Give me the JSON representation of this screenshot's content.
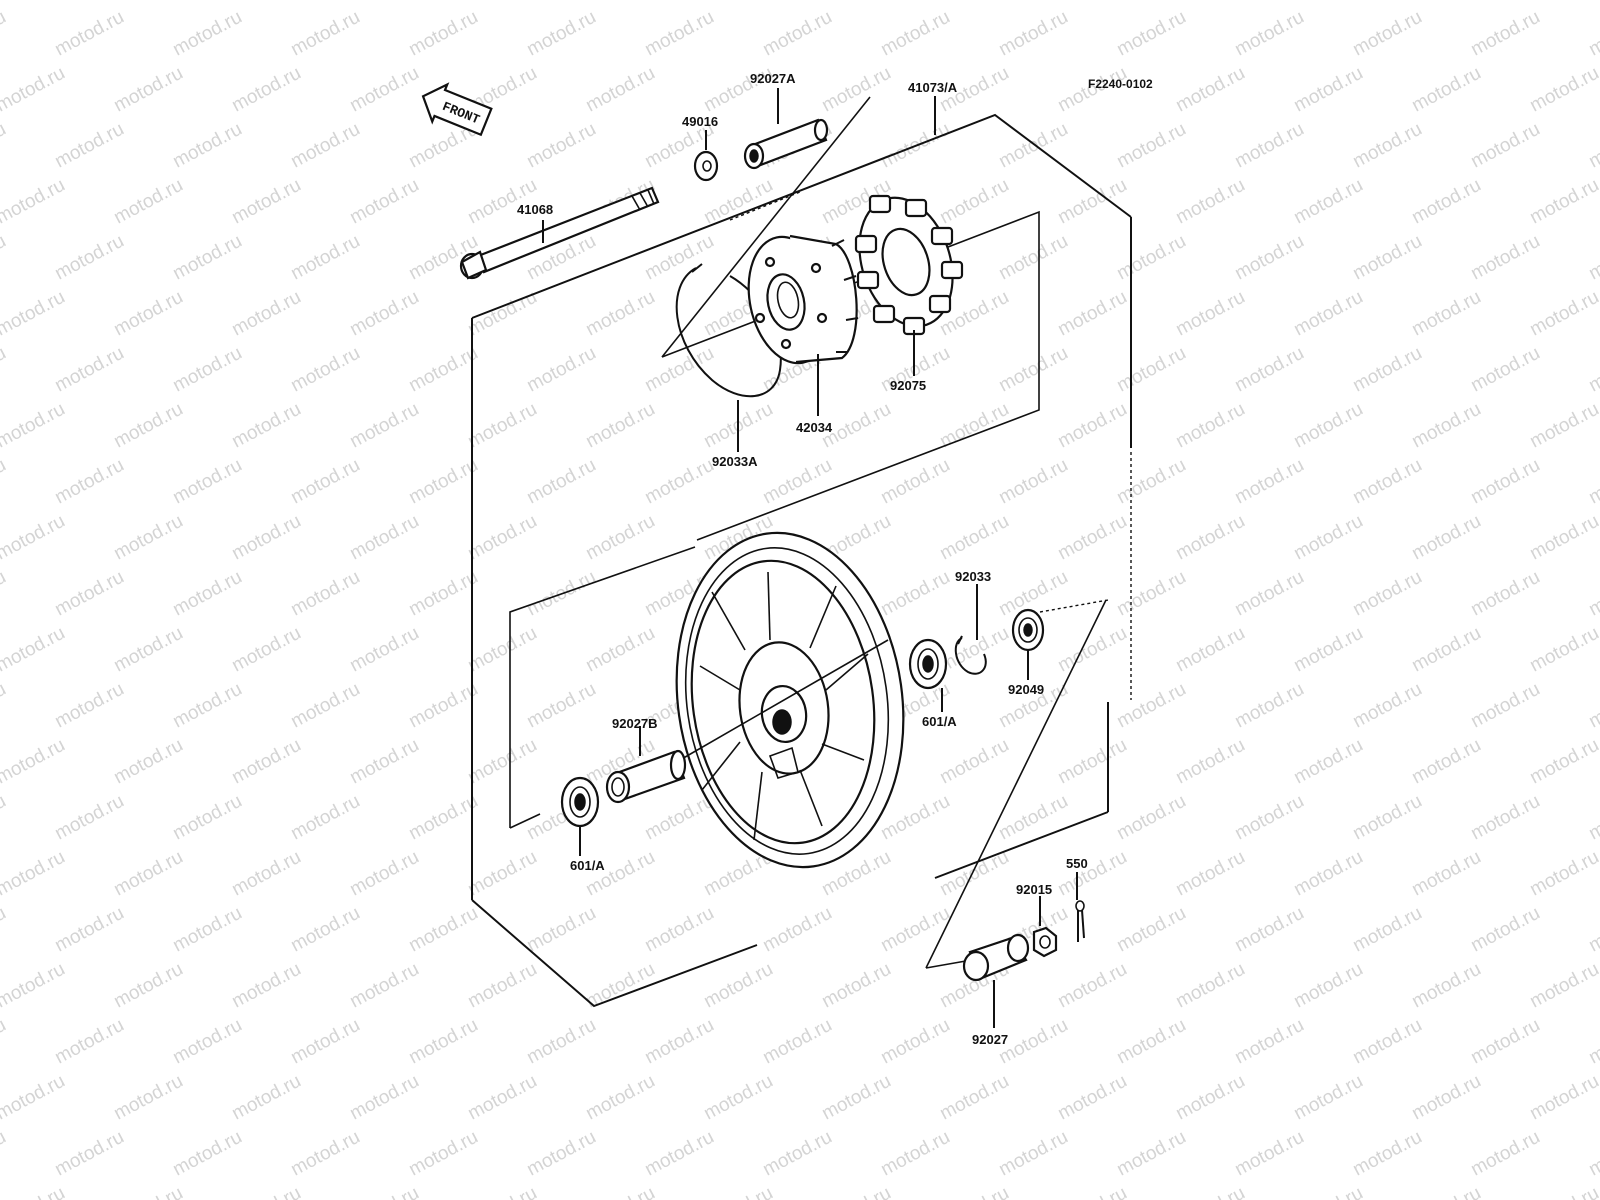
{
  "diagram": {
    "code": "F2240-0102",
    "front_label": "FRONT",
    "watermark": "motod.ru",
    "parts": {
      "p41073a": "41073/A",
      "p92027a": "92027A",
      "p49016": "49016",
      "p41068": "41068",
      "p92075": "92075",
      "p42034": "42034",
      "p92033a": "92033A",
      "p92033": "92033",
      "p92049": "92049",
      "p601a_right": "601/A",
      "p92027b": "92027B",
      "p601a_left": "601/A",
      "p550": "550",
      "p92015": "92015",
      "p92027": "92027"
    }
  },
  "colors": {
    "ink": "#111111",
    "watermark": "#d4d4d4",
    "background": "#ffffff"
  }
}
